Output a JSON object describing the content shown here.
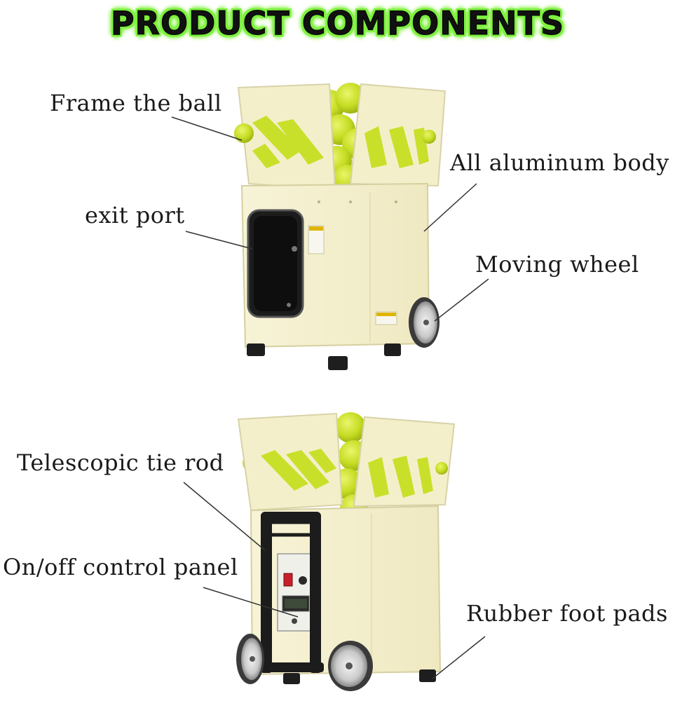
{
  "title": "PRODUCT COMPONENTS",
  "labels": {
    "frame_the_ball": "Frame the ball",
    "all_aluminum_body": "All aluminum body",
    "exit_port": "exit port",
    "moving_wheel": "Moving wheel",
    "telescopic_tie_rod": "Telescopic tie rod",
    "on_off_control_panel": "On/off control panel",
    "rubber_foot_pads": "Rubber foot pads"
  },
  "colors": {
    "title_glow": "#7ef040",
    "body": "#f5f1cf",
    "ball": "#c8e02a",
    "dark": "#222222"
  }
}
